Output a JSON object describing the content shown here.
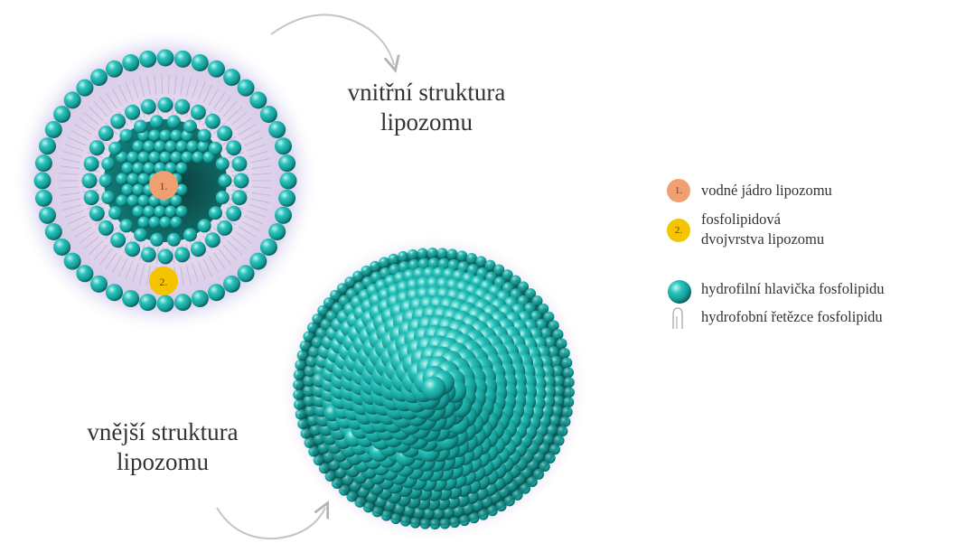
{
  "labels": {
    "inner_structure": [
      "vnitřní struktura",
      "lipozomu"
    ],
    "outer_structure": [
      "vnější struktura",
      "lipozomu"
    ]
  },
  "markers": {
    "core": "1.",
    "bilayer": "2."
  },
  "legend": {
    "core": "vodné jádro lipozomu",
    "bilayer": [
      "fosfolipidová",
      "dvojvrstva lipozomu"
    ],
    "head": "hydrofilní hlavička fosfolipidu",
    "tail": "hydrofobní řetězce fosfolipidu"
  },
  "colors": {
    "head": "#1fb3ad",
    "head_dark": "#0d6d6a",
    "core_marker": "#f0a070",
    "bilayer_marker": "#f5c400",
    "bilayer_fill": "#e6dcef",
    "glow": "#5a4fb0"
  }
}
